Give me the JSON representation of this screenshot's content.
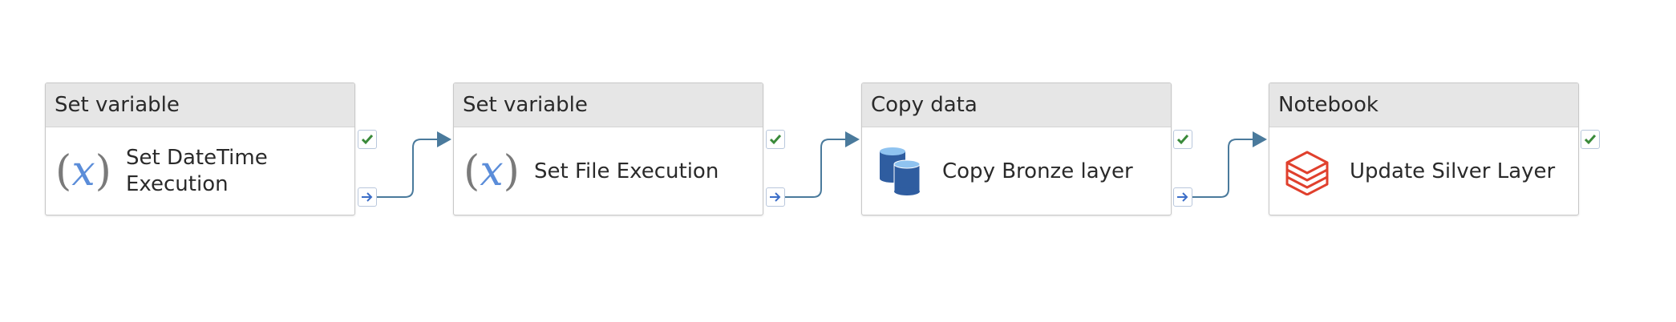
{
  "pipeline": {
    "activities": [
      {
        "type_label": "Set variable",
        "name": "Set DateTime Execution",
        "icon": "variable-icon"
      },
      {
        "type_label": "Set variable",
        "name": "Set File Execution",
        "icon": "variable-icon"
      },
      {
        "type_label": "Copy data",
        "name": "Copy Bronze layer",
        "icon": "database-icon"
      },
      {
        "type_label": "Notebook",
        "name": "Update Silver Layer",
        "icon": "databricks-notebook-icon"
      }
    ],
    "variable_icon": {
      "open": "(",
      "x": "x",
      "close": ")"
    },
    "port_icons": {
      "success": "check-icon",
      "completion": "arrow-right-icon"
    },
    "colors": {
      "header_bg": "#e6e6e6",
      "connector": "#4a7a9c",
      "success_check": "#3a8a3a",
      "completion_arrow": "#3c6ec8",
      "variable_x": "#5b8dd9",
      "database": "#2f5da0",
      "databricks": "#e0402d"
    }
  }
}
